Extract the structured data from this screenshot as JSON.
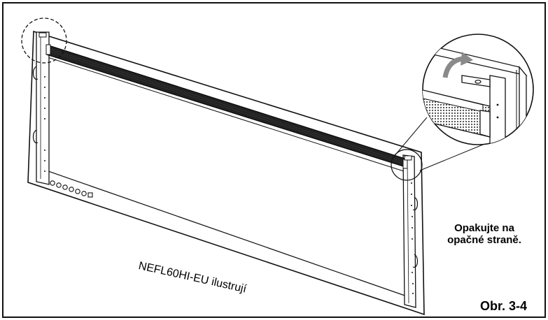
{
  "labels": {
    "repeat_note_line1": "Opakujte na",
    "repeat_note_line2": "opačné straně.",
    "model_caption": "NEFL60HI-EU ilustrují",
    "figure_number": "Obr. 3-4"
  },
  "colors": {
    "line": "#111111",
    "frame_fill": "#ffffff",
    "bar": "#222222",
    "arrow": "#8a8a8a",
    "mesh": "#555555"
  },
  "icons": {
    "rotate_arrow": "curved-arrow-icon",
    "callout": "dashed-circle-callout"
  }
}
